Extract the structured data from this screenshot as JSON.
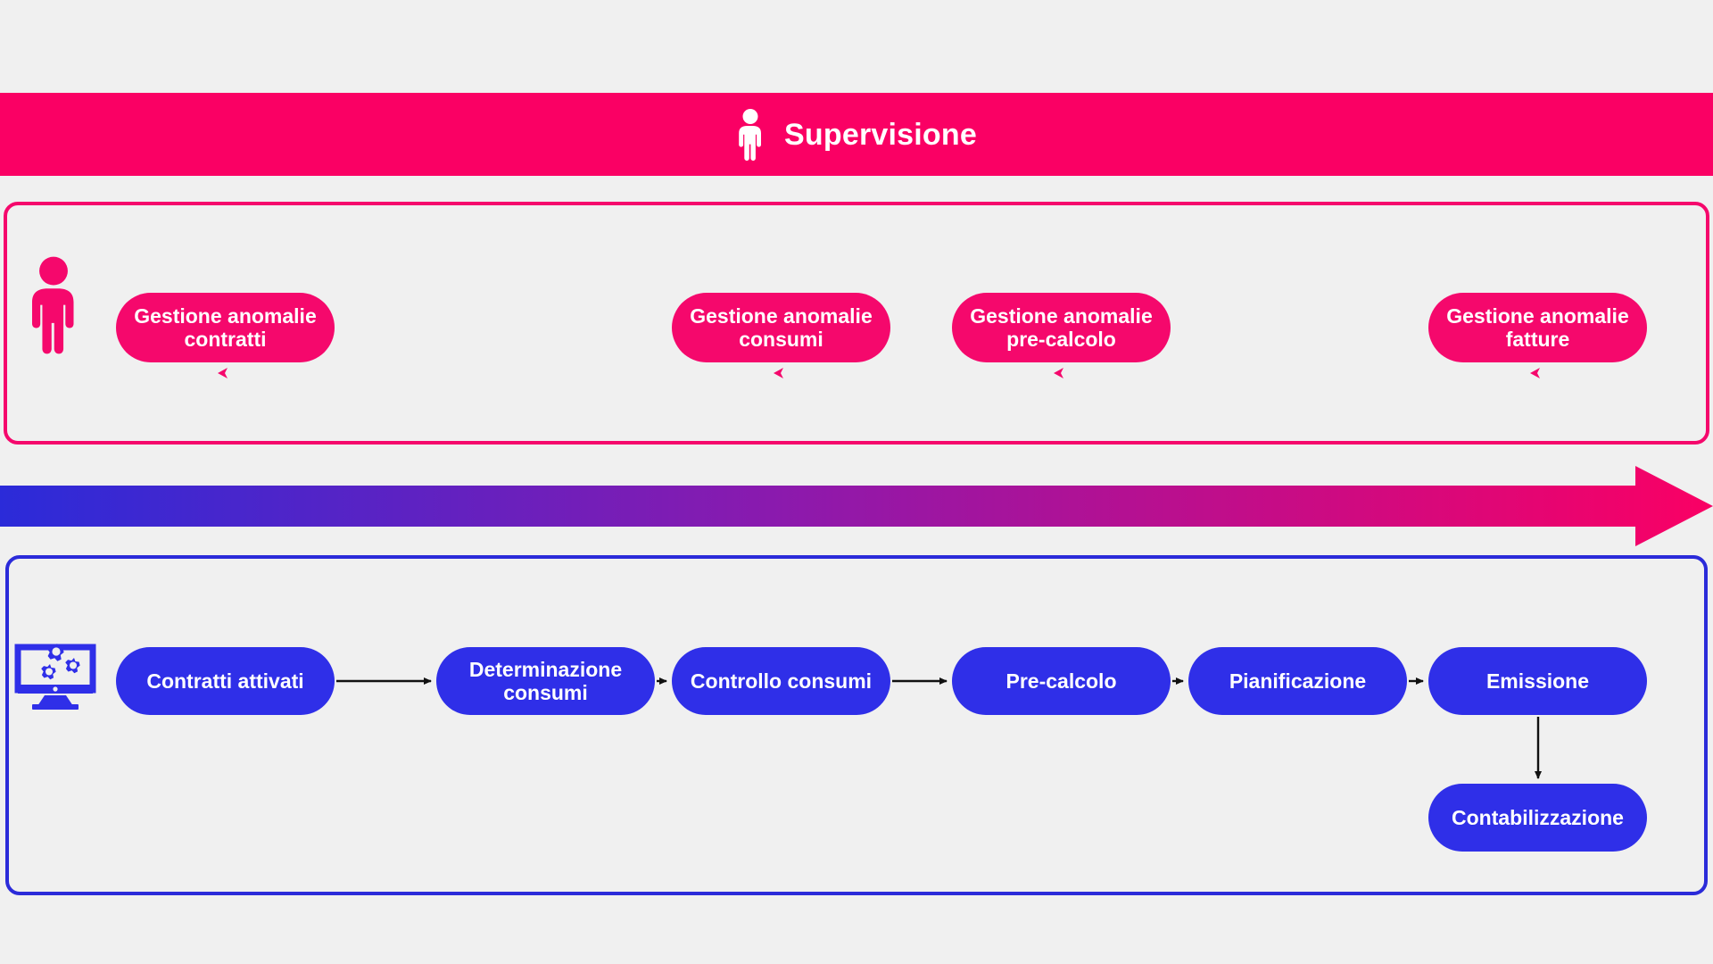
{
  "banner": {
    "title": "Supervisione",
    "icon": "person-icon",
    "background": "#fa0064",
    "text_color": "#ffffff"
  },
  "lanes": [
    {
      "id": "business-lane",
      "icon": "person-icon",
      "border_color": "#f5086c",
      "nodes": [
        {
          "id": "gestione-anomalie-contratti",
          "label": "Gestione anomalie contratti",
          "color": "#f5086c"
        },
        {
          "id": "gestione-anomalie-consumi",
          "label": "Gestione anomalie consumi",
          "color": "#f5086c"
        },
        {
          "id": "gestione-anomalie-pre-calcolo",
          "label": "Gestione anomalie pre-calcolo",
          "color": "#f5086c"
        },
        {
          "id": "gestione-anomalie-fatture",
          "label": "Gestione anomalie fatture",
          "color": "#f5086c"
        }
      ]
    },
    {
      "id": "system-lane",
      "icon": "computer-gears-icon",
      "border_color": "#2b2bd9",
      "nodes": [
        {
          "id": "contratti-attivati",
          "label": "Contratti attivati",
          "color": "#2f2fe8"
        },
        {
          "id": "determinazione-consumi",
          "label": "Determinazione consumi",
          "color": "#2f2fe8"
        },
        {
          "id": "controllo-consumi",
          "label": "Controllo consumi",
          "color": "#2f2fe8"
        },
        {
          "id": "pre-calcolo",
          "label": "Pre-calcolo",
          "color": "#2f2fe8"
        },
        {
          "id": "pianificazione",
          "label": "Pianificazione",
          "color": "#2f2fe8"
        },
        {
          "id": "emissione",
          "label": "Emissione",
          "color": "#2f2fe8"
        },
        {
          "id": "contabilizzazione",
          "label": "Contabilizzazione",
          "color": "#2f2fe8"
        }
      ]
    }
  ],
  "time_arrow": {
    "id": "process-flow-arrow",
    "gradient_start": "#2b2bd9",
    "gradient_end": "#fa0064",
    "direction": "left-to-right"
  },
  "escalations": [
    {
      "from": "contratti-attivati",
      "to": "gestione-anomalie-contratti"
    },
    {
      "from": "controllo-consumi",
      "to": "gestione-anomalie-consumi"
    },
    {
      "from": "pre-calcolo",
      "to": "gestione-anomalie-pre-calcolo"
    },
    {
      "from": "emissione",
      "to": "gestione-anomalie-fatture"
    }
  ],
  "flow": [
    {
      "from": "contratti-attivati",
      "to": "determinazione-consumi"
    },
    {
      "from": "determinazione-consumi",
      "to": "controllo-consumi"
    },
    {
      "from": "controllo-consumi",
      "to": "pre-calcolo"
    },
    {
      "from": "pre-calcolo",
      "to": "pianificazione"
    },
    {
      "from": "pianificazione",
      "to": "emissione"
    },
    {
      "from": "emissione",
      "to": "contabilizzazione"
    }
  ]
}
